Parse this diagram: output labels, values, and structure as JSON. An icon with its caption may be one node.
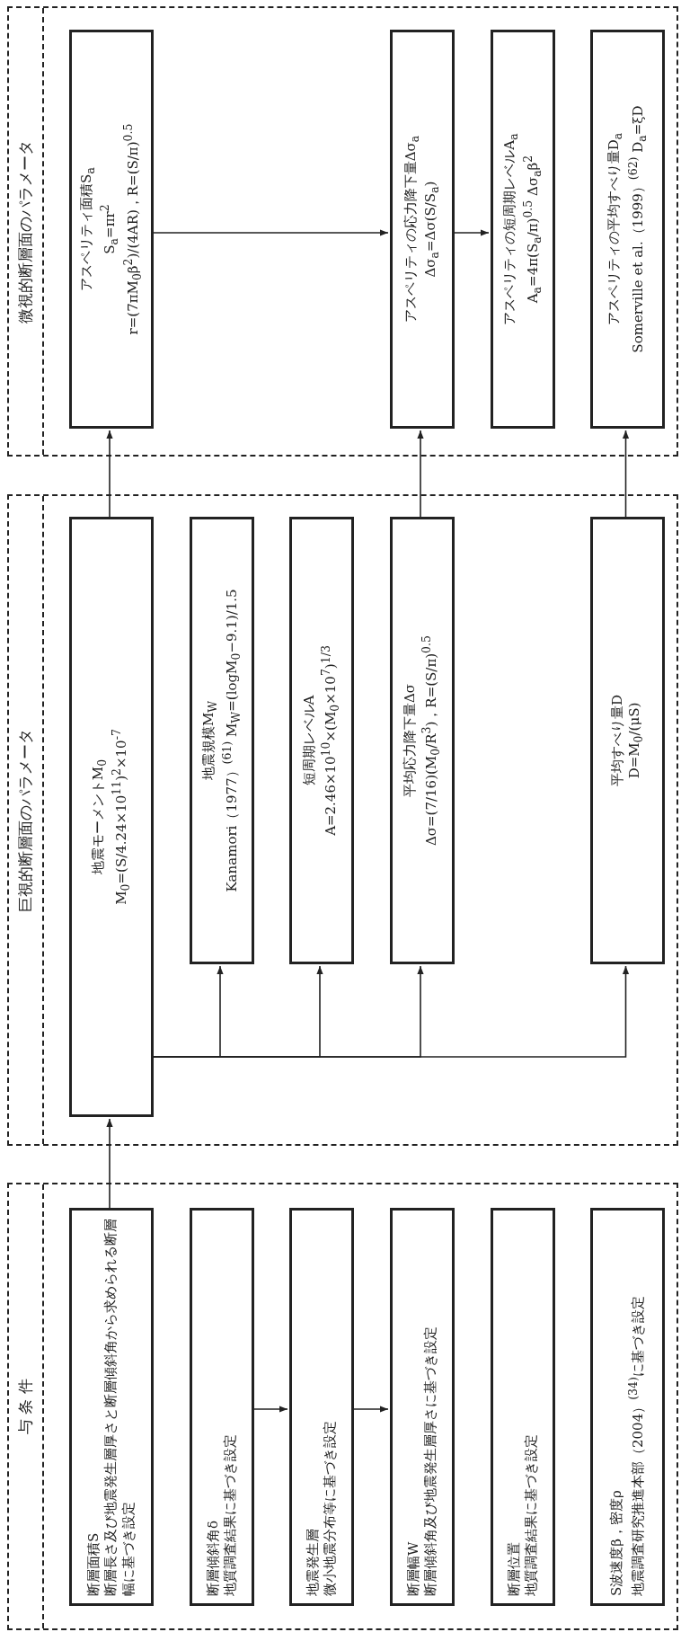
{
  "diagram": {
    "nodes": [
      {
        "text": [
          "与 条 件"
        ]
      },
      {
        "text": [
          "断層面積S",
          "断層長さ及び地震発生層厚さと断層傾斜角から求められる断層幅に基づき設定"
        ],
        "in": 0
      },
      {
        "text": [
          "断層傾斜角δ",
          "地質調査結果に基づき設定"
        ],
        "in": 0
      },
      {
        "text": [
          "地震発生層",
          "微小地震分布等に基づき設定"
        ],
        "in": 0
      },
      {
        "text": [
          "断層幅W",
          "断層傾斜角及び地震発生層厚さに基づき設定"
        ],
        "in": 0
      },
      {
        "text": [
          "断層位置",
          "地質調査結果に基づき設定"
        ],
        "in": 0
      },
      {
        "text": [
          "S波速度β，密度ρ",
          "地震調査研究推進本部（2004）$^{(34)}$に基づき設定"
        ],
        "in": 0
      },
      {
        "text": [
          "巨視的断層面のパラメータ"
        ]
      },
      {
        "text": [
          "地震モーメントM$_{0}$",
          "M$_{0}$=(S/4.24×10$^{11}$)$^{2}$×10$^{-7}$"
        ],
        "in": 7
      },
      {
        "text": [
          "地震規模M$_{W}$",
          "Kanamori（1977）$^{(61)}$ M$_{W}$=(logM$_{0}$−9.1)/1.5"
        ],
        "in": 7
      },
      {
        "text": [
          "短周期レベルA",
          "A=2.46×10$^{10}$×(M$_{0}$×10$^{7}$)$^{1/3}$"
        ],
        "in": 7
      },
      {
        "text": [
          "平均応力降下量Δσ",
          "Δσ=(7/16)(M$_{0}$/R$^{3}$)，R=(S/π)$^{0.5}$"
        ],
        "in": 7
      },
      {
        "text": [
          "平均すべり量D",
          "D=M$_{0}$/(μS)"
        ],
        "in": 7
      },
      {
        "text": [
          "微視的断層面のパラメータ"
        ]
      },
      {
        "text": [
          "アスペリティ面積S$_{a}$",
          "S$_{a}$=πr$^{2}$",
          "r=(7πM$_{0}$β$^{2}$)/(4AR)，R=(S/π)$^{0.5}$"
        ],
        "in": 13
      },
      {
        "text": [
          "アスペリティの応力降下量Δσ$_{a}$",
          "Δσ$_{a}$=Δσ(S/S$_{a}$)"
        ],
        "in": 13
      },
      {
        "text": [
          "アスペリティの短周期レベルA$_{a}$",
          "A$_{a}$=4π(S$_{a}$/π)$^{0.5}$ Δσ$_{a}$β$^{2}$"
        ],
        "in": 13
      },
      {
        "text": [
          "アスペリティの平均すべり量D$_{a}$",
          "Somerville et al.（1999）$^{(62)}$ D$_{a}$=ξD"
        ],
        "in": 13
      }
    ],
    "edges": [
      {
        "from": 1,
        "to": 8,
        "arrow": "to"
      },
      {
        "from": 2,
        "to": 3,
        "arrow": "to"
      },
      {
        "from": 3,
        "to": 4,
        "arrow": "to"
      },
      {
        "from": 8,
        "to": 9,
        "arrow": "to"
      },
      {
        "from": 8,
        "to": 10,
        "arrow": "to"
      },
      {
        "from": 8,
        "to": 11,
        "arrow": "to"
      },
      {
        "from": 8,
        "to": 12,
        "arrow": "to"
      },
      {
        "from": 8,
        "to": 14,
        "arrow": "to"
      },
      {
        "from": 11,
        "to": 15,
        "arrow": "to"
      },
      {
        "from": 12,
        "to": 17,
        "arrow": "to"
      },
      {
        "from": 14,
        "to": 15,
        "arrow": "to"
      },
      {
        "from": 15,
        "to": 16,
        "arrow": "to"
      }
    ]
  }
}
